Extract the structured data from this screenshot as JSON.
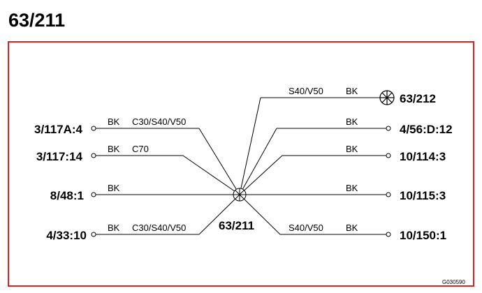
{
  "title": "63/211",
  "frame_color": "#e02020",
  "center_label": "63/211",
  "diagram_code": "G030590",
  "connectors": {
    "c3117a4": {
      "label": "3/117A:4",
      "color": "BK",
      "variant": "C30/S40/V50"
    },
    "c311714": {
      "label": "3/117:14",
      "color": "BK",
      "variant": "C70"
    },
    "c8481": {
      "label": "8/48:1",
      "color": "BK",
      "variant": ""
    },
    "c43310": {
      "label": "4/33:10",
      "color": "BK",
      "variant": "C30/S40/V50"
    },
    "c63212": {
      "label": "63/212",
      "color": "BK",
      "variant": "S40/V50",
      "icon": "lamp-icon"
    },
    "c456d12": {
      "label": "4/56:D:12",
      "color": "BK",
      "variant": ""
    },
    "c101143": {
      "label": "10/114:3",
      "color": "BK",
      "variant": ""
    },
    "c101153": {
      "label": "10/115:3",
      "color": "BK",
      "variant": ""
    },
    "c101501": {
      "label": "10/150:1",
      "color": "BK",
      "variant": "S40/V50"
    }
  }
}
